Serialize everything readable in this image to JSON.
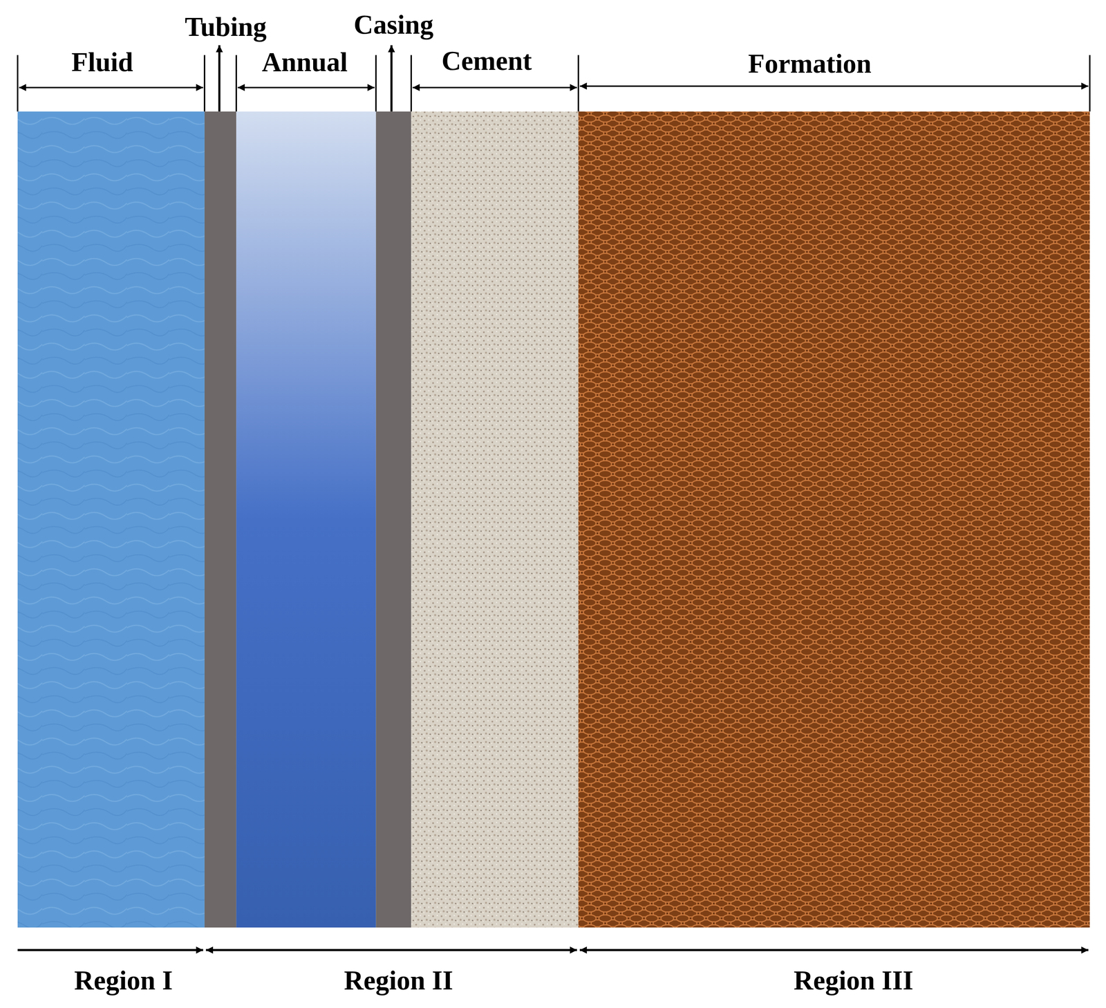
{
  "diagram": {
    "labels": [
      "Fluid",
      "Tubing",
      "Annual",
      "Casing",
      "Cement",
      "Formation",
      "Region I",
      "Region II",
      "Region III"
    ]
  }
}
